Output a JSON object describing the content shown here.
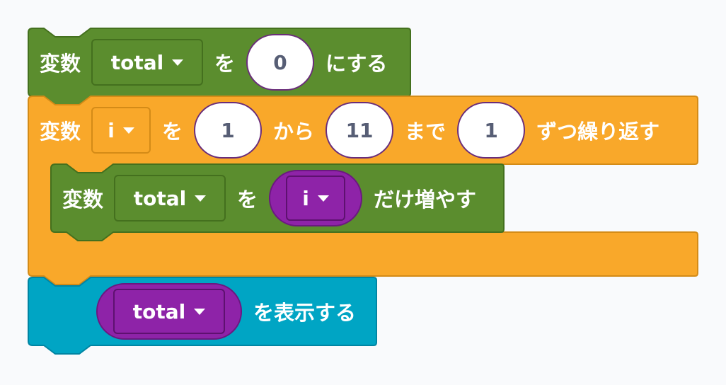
{
  "colors": {
    "variables": "#5b8d2e",
    "variables_border": "#44701e",
    "control": "#f9a82a",
    "control_border": "#d48b17",
    "display": "#00a5c4",
    "display_border": "#0085a3",
    "reporter": "#8e23a8",
    "background": "#f9fafc"
  },
  "block1": {
    "label": "変数",
    "variable": "total",
    "particle": "を",
    "value": "0",
    "suffix": "にする"
  },
  "block2": {
    "label": "変数",
    "variable": "i",
    "particle": "を",
    "from_value": "1",
    "from_label": "から",
    "to_value": "11",
    "to_label": "まで",
    "step_value": "1",
    "suffix": "ずつ繰り返す"
  },
  "block3": {
    "label": "変数",
    "variable": "total",
    "particle": "を",
    "reporter": "i",
    "suffix": "だけ増やす"
  },
  "block4": {
    "reporter": "total",
    "suffix": "を表示する"
  }
}
